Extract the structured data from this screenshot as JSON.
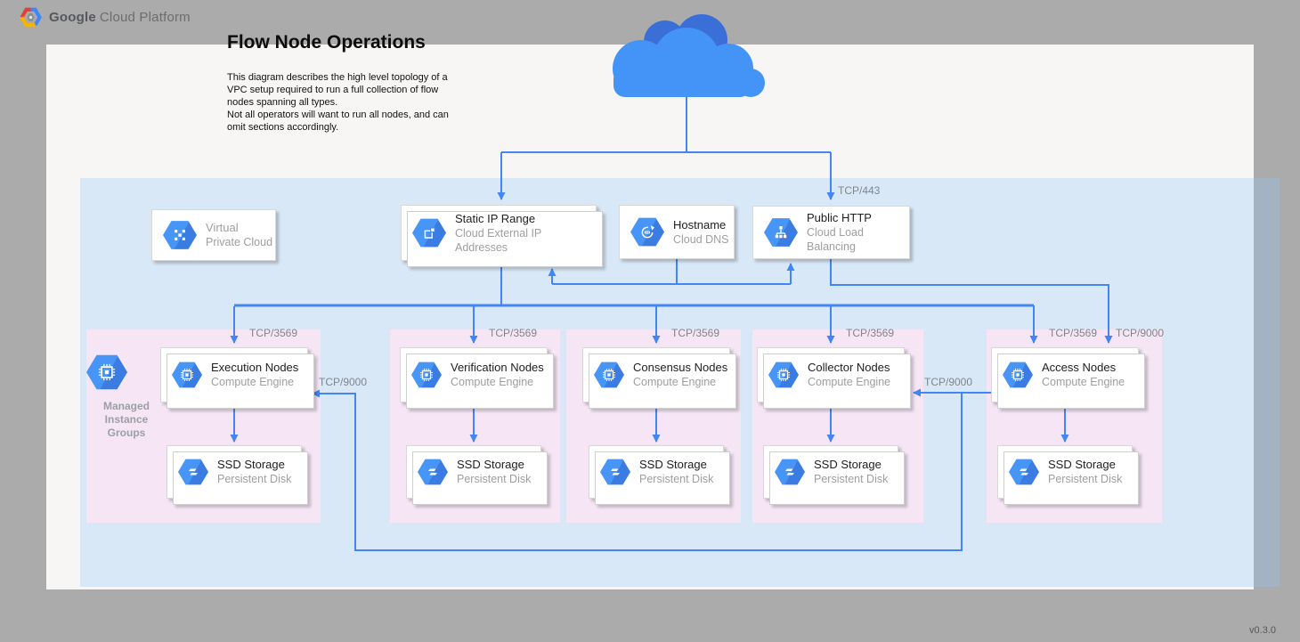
{
  "brand": {
    "bold": "Google",
    "regular": "Cloud Platform"
  },
  "title": "Flow Node Operations",
  "description": "This diagram describes the high level topology of a\nVPC setup required to run a full collection of flow\nnodes spanning all types.\nNot all operators will want to run all nodes, and can\nomit sections accordingly.",
  "version": "v0.3.0",
  "colors": {
    "accent_blue": "#4285f4",
    "dark_cloud_blue": "#3a6fd8",
    "light_cloud_blue": "#4493f7",
    "vpc_region_tint": "#e2effb",
    "group_pink": "#f5e5f5",
    "canvas_bg": "#f7f6f5",
    "frame_gray": "#ababab"
  },
  "edge_labels": {
    "https": "TCP/443",
    "node_port": "TCP/3569",
    "peer_port": "TCP/9000"
  },
  "managed_instance_groups": "Managed\nInstance\nGroups",
  "top_cards": [
    {
      "id": "vpc",
      "title": "Virtual",
      "subtitle": "Private Cloud",
      "icon": "virtual-private-cloud-icon",
      "muted": true
    },
    {
      "id": "static-ip",
      "title": "Static IP Range",
      "subtitle": "Cloud External IP Addresses",
      "icon": "external-ip-icon",
      "muted": false
    },
    {
      "id": "hostname",
      "title": "Hostname",
      "subtitle": "Cloud DNS",
      "icon": "cloud-dns-icon",
      "muted": false
    },
    {
      "id": "public-http",
      "title": "Public HTTP",
      "subtitle": "Cloud Load Balancing",
      "icon": "cloud-load-balancing-icon",
      "muted": false
    }
  ],
  "node_groups": [
    {
      "id": "execution",
      "compute_title": "Execution Nodes",
      "compute_subtitle": "Compute Engine",
      "compute_icon": "compute-engine-icon",
      "storage_title": "SSD Storage",
      "storage_subtitle": "Persistent Disk",
      "storage_icon": "persistent-disk-icon"
    },
    {
      "id": "verification",
      "compute_title": "Verification Nodes",
      "compute_subtitle": "Compute Engine",
      "compute_icon": "compute-engine-icon",
      "storage_title": "SSD Storage",
      "storage_subtitle": "Persistent Disk",
      "storage_icon": "persistent-disk-icon"
    },
    {
      "id": "consensus",
      "compute_title": "Consensus Nodes",
      "compute_subtitle": "Compute Engine",
      "compute_icon": "compute-engine-icon",
      "storage_title": "SSD Storage",
      "storage_subtitle": "Persistent Disk",
      "storage_icon": "persistent-disk-icon"
    },
    {
      "id": "collector",
      "compute_title": "Collector Nodes",
      "compute_subtitle": "Compute Engine",
      "compute_icon": "compute-engine-icon",
      "storage_title": "SSD Storage",
      "storage_subtitle": "Persistent Disk",
      "storage_icon": "persistent-disk-icon"
    },
    {
      "id": "access",
      "compute_title": "Access Nodes",
      "compute_subtitle": "Compute Engine",
      "compute_icon": "compute-engine-icon",
      "storage_title": "SSD Storage",
      "storage_subtitle": "Persistent Disk",
      "storage_icon": "persistent-disk-icon"
    }
  ]
}
